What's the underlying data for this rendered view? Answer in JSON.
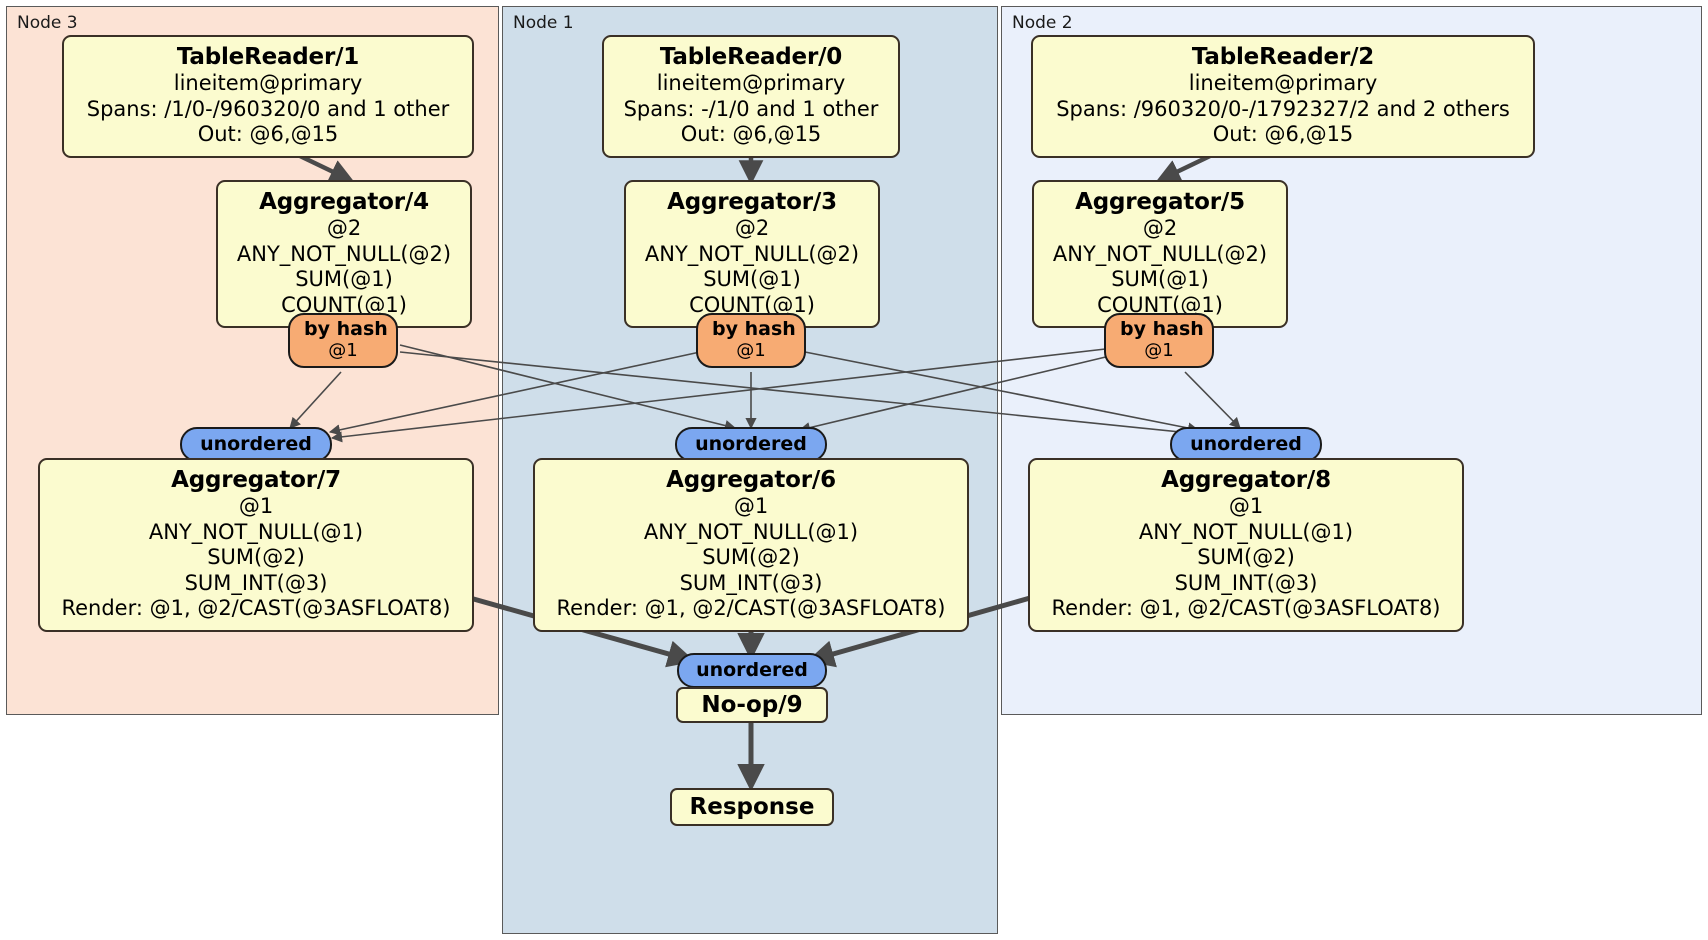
{
  "diagram": {
    "title": "Distributed SQL physical plan",
    "colors": {
      "node3_panel": "#fce3d5",
      "node1_panel": "#cfdeea",
      "node2_panel": "#eaf0fb",
      "box_fill": "#fbfbcf",
      "hash_badge": "#f7ab73",
      "unordered_badge": "#7ba7f0",
      "edge": "#4a4a4a"
    }
  },
  "panels": [
    {
      "id": "node3",
      "label": "Node 3"
    },
    {
      "id": "node1",
      "label": "Node 1"
    },
    {
      "id": "node2",
      "label": "Node 2"
    }
  ],
  "processors": {
    "table_reader_1": {
      "title": "TableReader/1",
      "lines": [
        "lineitem@primary",
        "Spans: /1/0-/960320/0 and 1 other",
        "Out: @6,@15"
      ]
    },
    "table_reader_0": {
      "title": "TableReader/0",
      "lines": [
        "lineitem@primary",
        "Spans: -/1/0 and 1 other",
        "Out: @6,@15"
      ]
    },
    "table_reader_2": {
      "title": "TableReader/2",
      "lines": [
        "lineitem@primary",
        "Spans: /960320/0-/1792327/2 and 2 others",
        "Out: @6,@15"
      ]
    },
    "aggregator_4": {
      "title": "Aggregator/4",
      "lines": [
        "@2",
        "ANY_NOT_NULL(@2)",
        "SUM(@1)",
        "COUNT(@1)"
      ]
    },
    "aggregator_3": {
      "title": "Aggregator/3",
      "lines": [
        "@2",
        "ANY_NOT_NULL(@2)",
        "SUM(@1)",
        "COUNT(@1)"
      ]
    },
    "aggregator_5": {
      "title": "Aggregator/5",
      "lines": [
        "@2",
        "ANY_NOT_NULL(@2)",
        "SUM(@1)",
        "COUNT(@1)"
      ]
    },
    "aggregator_7": {
      "title": "Aggregator/7",
      "lines": [
        "@1",
        "ANY_NOT_NULL(@1)",
        "SUM(@2)",
        "SUM_INT(@3)",
        "Render: @1, @2/CAST(@3ASFLOAT8)"
      ]
    },
    "aggregator_6": {
      "title": "Aggregator/6",
      "lines": [
        "@1",
        "ANY_NOT_NULL(@1)",
        "SUM(@2)",
        "SUM_INT(@3)",
        "Render: @1, @2/CAST(@3ASFLOAT8)"
      ]
    },
    "aggregator_8": {
      "title": "Aggregator/8",
      "lines": [
        "@1",
        "ANY_NOT_NULL(@1)",
        "SUM(@2)",
        "SUM_INT(@3)",
        "Render: @1, @2/CAST(@3ASFLOAT8)"
      ]
    },
    "noop_9": {
      "title": "No-op/9"
    },
    "response": {
      "title": "Response"
    }
  },
  "routers": {
    "hash_left": {
      "kind": "by hash",
      "column": "@1"
    },
    "hash_mid": {
      "kind": "by hash",
      "column": "@1"
    },
    "hash_right": {
      "kind": "by hash",
      "column": "@1"
    },
    "unordered_left": {
      "kind": "unordered"
    },
    "unordered_mid": {
      "kind": "unordered"
    },
    "unordered_right": {
      "kind": "unordered"
    },
    "unordered_final": {
      "kind": "unordered"
    }
  }
}
